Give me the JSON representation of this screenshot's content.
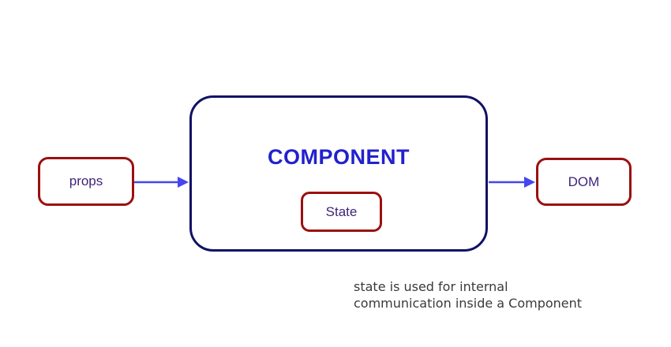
{
  "diagram": {
    "nodes": {
      "props": {
        "label": "props"
      },
      "component": {
        "label": "COMPONENT"
      },
      "state": {
        "label": "State"
      },
      "dom": {
        "label": "DOM"
      }
    },
    "arrows": [
      {
        "name": "props-to-component"
      },
      {
        "name": "component-to-dom"
      }
    ],
    "caption": {
      "line1": "state is used for internal",
      "line2": "communication inside a Component"
    },
    "colors": {
      "background": "#ffffff",
      "box_border_red": "#9b1010",
      "component_border": "#111166",
      "component_text": "#2121ce",
      "node_text": "#3f2478",
      "arrow": "#4646f0",
      "caption_text": "#3a3a3a"
    }
  }
}
